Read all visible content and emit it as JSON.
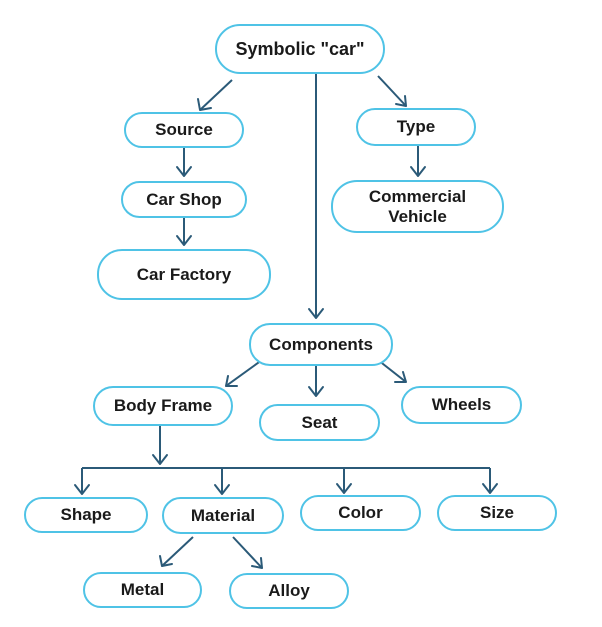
{
  "diagram": {
    "line_color": "#2b5a78",
    "node_border_color": "#4fc3e6",
    "nodes": {
      "root": "Symbolic \"car\"",
      "source": "Source",
      "type": "Type",
      "car_shop": "Car Shop",
      "commercial_vehicle": "Commercial\nVehicle",
      "car_factory": "Car Factory",
      "components": "Components",
      "body_frame": "Body Frame",
      "seat": "Seat",
      "wheels": "Wheels",
      "shape": "Shape",
      "material": "Material",
      "color": "Color",
      "size": "Size",
      "metal": "Metal",
      "alloy": "Alloy"
    }
  }
}
